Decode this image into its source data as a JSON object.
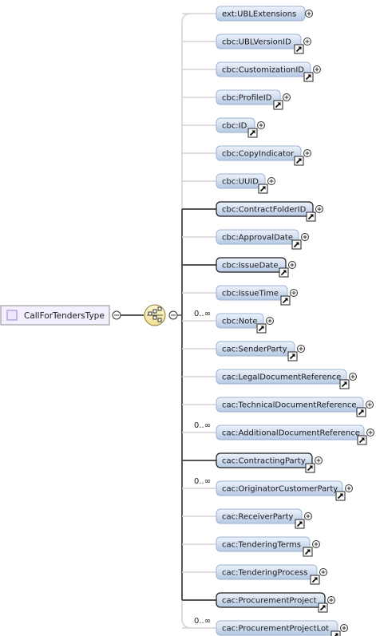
{
  "root": {
    "label": "CallForTendersType"
  },
  "compositor": {
    "kind": "sequence",
    "icon": "sequence-compositor-icon"
  },
  "colors": {
    "node_fill_top": "#eef3fb",
    "node_fill_bottom": "#b9cbe6",
    "node_border_optional": "#9db3d2",
    "node_border_required": "#1a1a1a",
    "root_fill": "#f4efff",
    "root_border": "#8b8b8b",
    "compositor_fill": "#f7eeb8",
    "compositor_border": "#8a7a3a",
    "line_optional": "#d4d4d4",
    "line_required": "#555555"
  },
  "children": [
    {
      "label": "ext:UBLExtensions",
      "required": false,
      "occurs": "",
      "reference_arrow": false,
      "expandable": true
    },
    {
      "label": "cbc:UBLVersionID",
      "required": false,
      "occurs": "",
      "reference_arrow": true,
      "expandable": true
    },
    {
      "label": "cbc:CustomizationID",
      "required": false,
      "occurs": "",
      "reference_arrow": true,
      "expandable": true
    },
    {
      "label": "cbc:ProfileID",
      "required": false,
      "occurs": "",
      "reference_arrow": true,
      "expandable": true
    },
    {
      "label": "cbc:ID",
      "required": false,
      "occurs": "",
      "reference_arrow": true,
      "expandable": true
    },
    {
      "label": "cbc:CopyIndicator",
      "required": false,
      "occurs": "",
      "reference_arrow": true,
      "expandable": true
    },
    {
      "label": "cbc:UUID",
      "required": false,
      "occurs": "",
      "reference_arrow": true,
      "expandable": true
    },
    {
      "label": "cbc:ContractFolderID",
      "required": true,
      "occurs": "",
      "reference_arrow": true,
      "expandable": true
    },
    {
      "label": "cbc:ApprovalDate",
      "required": false,
      "occurs": "",
      "reference_arrow": true,
      "expandable": true
    },
    {
      "label": "cbc:IssueDate",
      "required": true,
      "occurs": "",
      "reference_arrow": true,
      "expandable": true
    },
    {
      "label": "cbc:IssueTime",
      "required": false,
      "occurs": "",
      "reference_arrow": true,
      "expandable": true
    },
    {
      "label": "cbc:Note",
      "required": false,
      "occurs": "0..∞",
      "reference_arrow": true,
      "expandable": true
    },
    {
      "label": "cac:SenderParty",
      "required": false,
      "occurs": "",
      "reference_arrow": true,
      "expandable": true
    },
    {
      "label": "cac:LegalDocumentReference",
      "required": false,
      "occurs": "",
      "reference_arrow": true,
      "expandable": true
    },
    {
      "label": "cac:TechnicalDocumentReference",
      "required": false,
      "occurs": "",
      "reference_arrow": true,
      "expandable": true
    },
    {
      "label": "cac:AdditionalDocumentReference",
      "required": false,
      "occurs": "0..∞",
      "reference_arrow": true,
      "expandable": true
    },
    {
      "label": "cac:ContractingParty",
      "required": true,
      "occurs": "",
      "reference_arrow": true,
      "expandable": true
    },
    {
      "label": "cac:OriginatorCustomerParty",
      "required": false,
      "occurs": "0..∞",
      "reference_arrow": true,
      "expandable": true
    },
    {
      "label": "cac:ReceiverParty",
      "required": false,
      "occurs": "",
      "reference_arrow": true,
      "expandable": true
    },
    {
      "label": "cac:TenderingTerms",
      "required": false,
      "occurs": "",
      "reference_arrow": true,
      "expandable": true
    },
    {
      "label": "cac:TenderingProcess",
      "required": false,
      "occurs": "",
      "reference_arrow": true,
      "expandable": true
    },
    {
      "label": "cac:ProcurementProject",
      "required": true,
      "occurs": "",
      "reference_arrow": true,
      "expandable": true
    },
    {
      "label": "cac:ProcurementProjectLot",
      "required": false,
      "occurs": "0..∞",
      "reference_arrow": true,
      "expandable": true
    }
  ]
}
